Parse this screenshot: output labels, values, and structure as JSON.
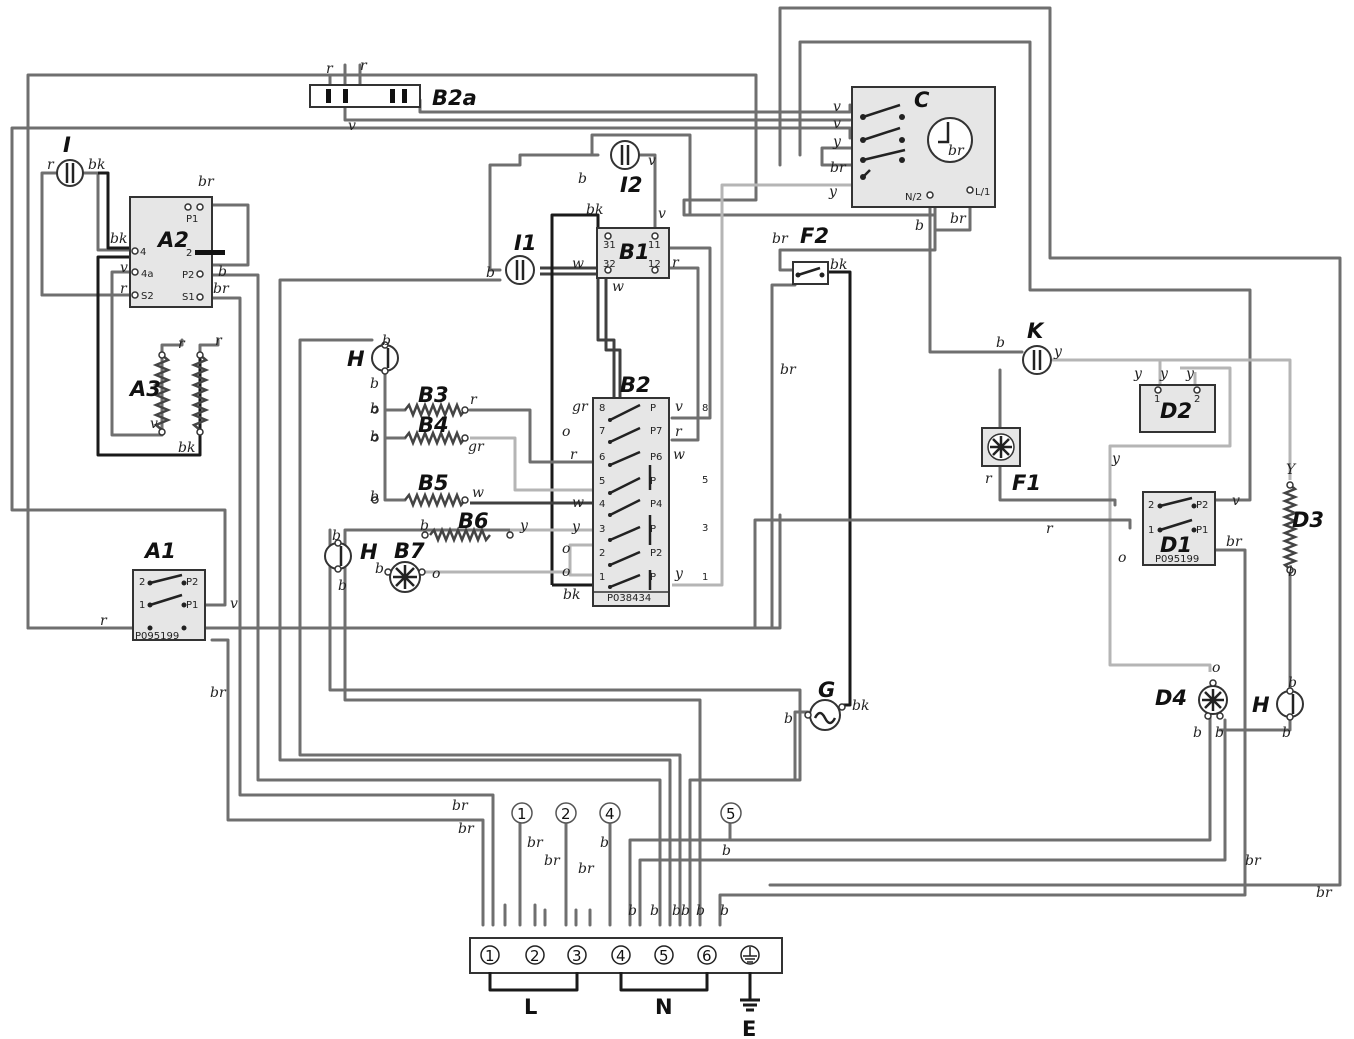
{
  "components": {
    "B2a": "B2a",
    "C": "C",
    "I": "I",
    "I1": "I1",
    "I2": "I2",
    "A2": "A2",
    "A3": "A3",
    "A1": "A1",
    "B1": "B1",
    "F2": "F2",
    "K": "K",
    "D2": "D2",
    "F1": "F1",
    "B2": "B2",
    "H1": "H",
    "H2": "H",
    "H3": "H",
    "B3": "B3",
    "B4": "B4",
    "B5": "B5",
    "B6": "B6",
    "B7": "B7",
    "D1": "D1",
    "D3": "D3",
    "D4": "D4",
    "G": "G",
    "L": "L",
    "N": "N",
    "E": "E"
  },
  "pins": {
    "A2": {
      "p1": "P1",
      "p4": "4",
      "p4a": "4a",
      "s2": "S2",
      "p2": "2",
      "pp2": "P2",
      "s1": "S1"
    },
    "B1": {
      "p31": "31",
      "p11": "11",
      "p32": "32",
      "p12": "12"
    },
    "B2": {
      "n8": "8",
      "n7": "7",
      "n6": "6",
      "n5": "5",
      "n4": "4",
      "n3": "3",
      "n2": "2",
      "n1": "1",
      "rP": "P",
      "rP7": "P7",
      "rP6": "P6",
      "rP5": "P",
      "rP4": "P4",
      "rP3": "P",
      "rP2": "P2",
      "rP1": "P",
      "x8": "8",
      "x5": "5",
      "x3": "3",
      "x1": "1"
    },
    "A1": {
      "p2": "2",
      "p1": "1",
      "pp2": "P2",
      "pp1": "P1"
    },
    "D1": {
      "p2": "2",
      "p1": "1",
      "pp2": "P2",
      "pp1": "P1"
    },
    "C": {
      "n2": "N/2",
      "l1": "L/1"
    },
    "D2": {
      "p1": "1",
      "p2": "2"
    }
  },
  "models": {
    "A1": "P095199",
    "D1": "P095199",
    "B2": "P038434"
  },
  "wires": {
    "r": "r",
    "v": "v",
    "y": "y",
    "Y": "Y",
    "b": "b",
    "bk": "bk",
    "br": "br",
    "w": "w",
    "o": "o",
    "gr": "gr",
    "bb": "bb"
  },
  "terminals": [
    "1",
    "2",
    "3",
    "4",
    "5",
    "6"
  ],
  "callouts": [
    "1",
    "2",
    "4",
    "5"
  ]
}
